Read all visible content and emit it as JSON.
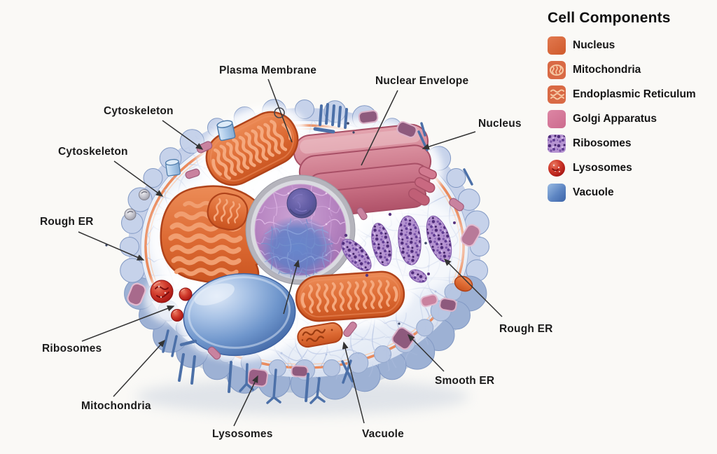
{
  "legend": {
    "title": "Cell Components",
    "items": [
      {
        "label": "Nucleus",
        "swatch": "nucleus-swatch",
        "color": "#d96a45"
      },
      {
        "label": "Mitochondria",
        "swatch": "mitochondria-swatch",
        "color": "#d96a45"
      },
      {
        "label": "Endoplasmic Reticulum",
        "swatch": "er-swatch",
        "color": "#d96a45"
      },
      {
        "label": "Golgi Apparatus",
        "swatch": "golgi-swatch",
        "color": "#d6799c"
      },
      {
        "label": "Ribosomes",
        "swatch": "ribosomes-swatch",
        "color": "#9a7ec0"
      },
      {
        "label": "Lysosomes",
        "swatch": "lysosomes-swatch",
        "color": "#c22020"
      },
      {
        "label": "Vacuole",
        "swatch": "vacuole-swatch",
        "color": "#4a77b8"
      }
    ]
  },
  "diagram": {
    "labels": [
      {
        "text": "Plasma Membrane"
      },
      {
        "text": "Nuclear Envelope"
      },
      {
        "text": "Cytoskeleton"
      },
      {
        "text": "Cytoskeleton"
      },
      {
        "text": "Nucleus"
      },
      {
        "text": "Rough ER"
      },
      {
        "text": "Ribosomes"
      },
      {
        "text": "Mitochondria"
      },
      {
        "text": "Lysosomes"
      },
      {
        "text": "Vacuole"
      },
      {
        "text": "Smooth ER"
      },
      {
        "text": "Rough ER"
      }
    ],
    "colors": {
      "organelle_orange": "#d96036",
      "golgi_pink": "#cf7489",
      "ribosome_purple": "#6b4698",
      "lysosome_red": "#b51d1d",
      "vacuole_blue": "#5d85c2",
      "membrane_orange": "#ea8a5c",
      "cell_blue": "#b9c7e3",
      "leader_line": "#333333"
    }
  }
}
